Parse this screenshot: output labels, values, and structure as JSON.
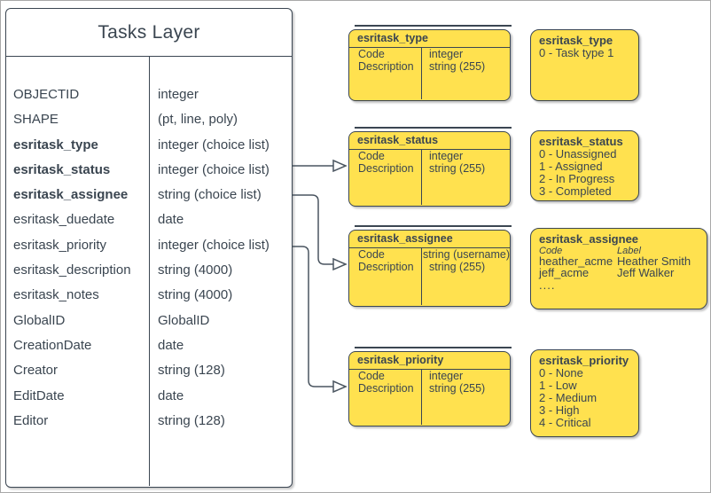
{
  "colors": {
    "node_fill": "#ffe14f",
    "stroke": "#3b4652",
    "text": "#3a4550",
    "page_border": "#a9a9a9"
  },
  "tasks_layer": {
    "title": "Tasks Layer",
    "fields": [
      {
        "name": "OBJECTID",
        "type": "integer"
      },
      {
        "name": "SHAPE",
        "type": "(pt, line, poly)"
      },
      {
        "name": "esritask_type",
        "type": "integer (choice list)"
      },
      {
        "name": "esritask_status",
        "type": "integer (choice list)"
      },
      {
        "name": "esritask_assignee",
        "type": "string (choice list)"
      },
      {
        "name": "esritask_duedate",
        "type": "date"
      },
      {
        "name": "esritask_priority",
        "type": "integer (choice list)"
      },
      {
        "name": "esritask_description",
        "type": "string (4000)"
      },
      {
        "name": "esritask_notes",
        "type": "string (4000)"
      },
      {
        "name": "GlobalID",
        "type": "GlobalID"
      },
      {
        "name": "CreationDate",
        "type": "date"
      },
      {
        "name": "Creator",
        "type": "string (128)"
      },
      {
        "name": "EditDate",
        "type": "date"
      },
      {
        "name": "Editor",
        "type": "string (128)"
      }
    ]
  },
  "domain_tables": [
    {
      "title": "esritask_type",
      "rows": [
        [
          "Code",
          "integer"
        ],
        [
          "Description",
          "string (255)"
        ]
      ]
    },
    {
      "title": "esritask_status",
      "rows": [
        [
          "Code",
          "integer"
        ],
        [
          "Description",
          "string (255)"
        ]
      ]
    },
    {
      "title": "esritask_assignee",
      "rows": [
        [
          "Code",
          "string (username)"
        ],
        [
          "Description",
          "string (255)"
        ]
      ]
    },
    {
      "title": "esritask_priority",
      "rows": [
        [
          "Code",
          "integer"
        ],
        [
          "Description",
          "string (255)"
        ]
      ]
    }
  ],
  "value_lists": {
    "type": {
      "title": "esritask_type",
      "values": [
        "0 - Task type 1"
      ]
    },
    "status": {
      "title": "esritask_status",
      "values": [
        "0 - Unassigned",
        "1 - Assigned",
        "2 - In Progress",
        "3 - Completed"
      ]
    },
    "assignee": {
      "title": "esritask_assignee",
      "col_headers": [
        "Code",
        "Label"
      ],
      "pairs": [
        [
          "heather_acme",
          "Heather Smith"
        ],
        [
          "jeff_acme",
          "Jeff Walker"
        ]
      ],
      "more": "...."
    },
    "priority": {
      "title": "esritask_priority",
      "values": [
        "0 - None",
        "1 - Low",
        "2 - Medium",
        "3 - High",
        "4 - Critical"
      ]
    }
  }
}
